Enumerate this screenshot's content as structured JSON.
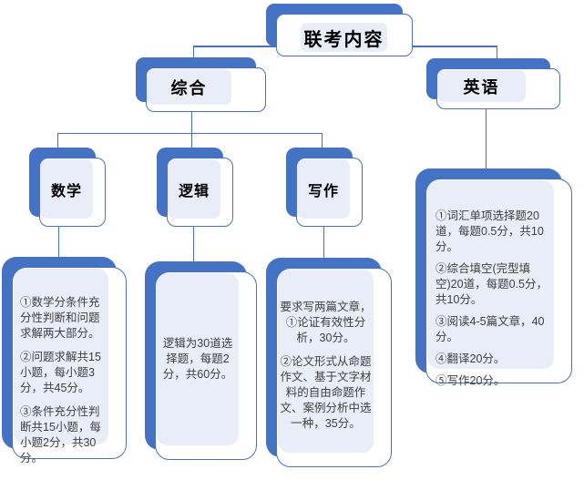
{
  "root": {
    "label": "联考内容"
  },
  "comprehensive": {
    "label": "综合"
  },
  "english": {
    "label": "英语",
    "details": [
      "①词汇单项选择题20道，每题0.5分，共10分。",
      "②综合填空(完型填空)20道，每题0.5分，共10分。",
      "③阅读4-5篇文章，40分。",
      "④翻译20分。",
      "⑤写作20分。"
    ]
  },
  "math": {
    "label": "数学",
    "details": [
      "①数学分条件充分性判断和问题求解两大部分。",
      "②问题求解共15小题，每小题3分，共45分。",
      "③条件充分性判断共15小题，每小题2分，共30分。"
    ]
  },
  "logic": {
    "label": "逻辑",
    "details": [
      "逻辑为30道选择题，每题2分，共60分。"
    ]
  },
  "writing": {
    "label": "写作",
    "details": [
      "要求写两篇文章，",
      "①论证有效性分析，30分。",
      "②论文形式从命题作文、基于文字材料的自由命题作文、案例分析中选一种，35分。"
    ]
  },
  "colors": {
    "accent": "#4472C4",
    "panel_fill": "#E9EDF8",
    "body_text": "#3F3F3F",
    "heading_text": "#000000"
  }
}
